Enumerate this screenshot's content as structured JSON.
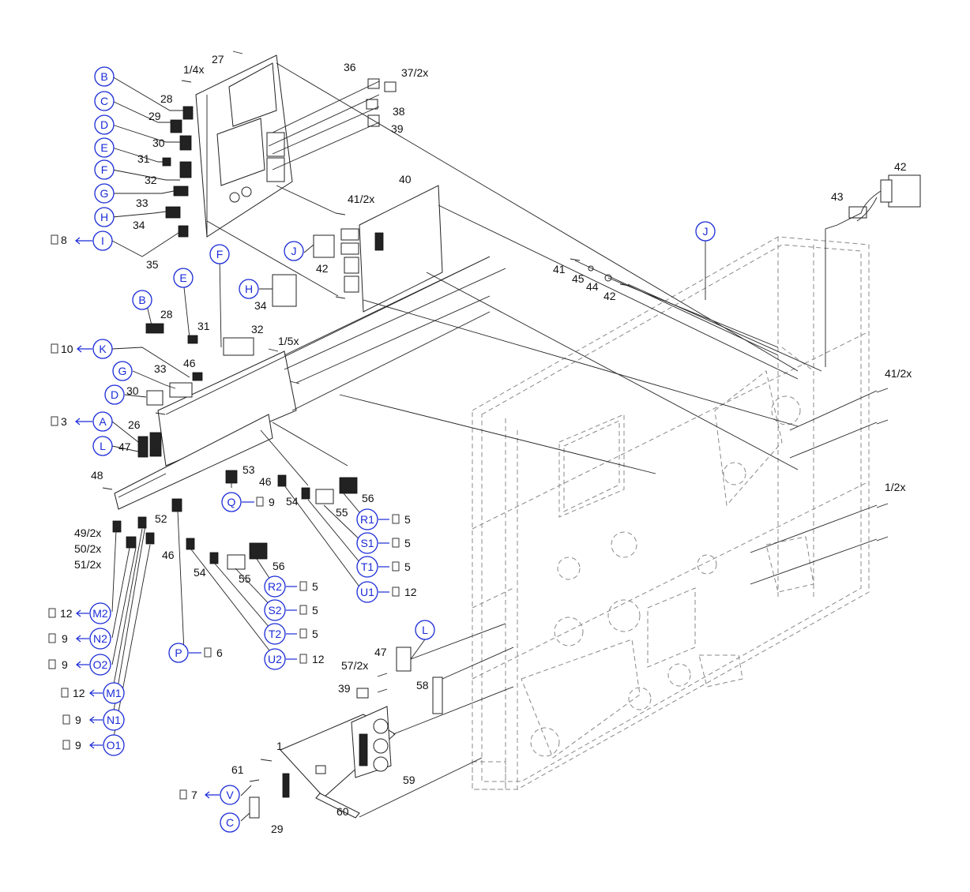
{
  "part_labels": [
    {
      "id": "p27",
      "text": "27"
    },
    {
      "id": "p1_4x",
      "text": "1/4x"
    },
    {
      "id": "p28a",
      "text": "28"
    },
    {
      "id": "p29a",
      "text": "29"
    },
    {
      "id": "p30a",
      "text": "30"
    },
    {
      "id": "p31a",
      "text": "31"
    },
    {
      "id": "p32a",
      "text": "32"
    },
    {
      "id": "p33a",
      "text": "33"
    },
    {
      "id": "p34a",
      "text": "34"
    },
    {
      "id": "p35",
      "text": "35"
    },
    {
      "id": "p36",
      "text": "36"
    },
    {
      "id": "p37",
      "text": "37/2x"
    },
    {
      "id": "p38",
      "text": "38"
    },
    {
      "id": "p39a",
      "text": "39"
    },
    {
      "id": "p40",
      "text": "40"
    },
    {
      "id": "p41_2xa",
      "text": "41/2x"
    },
    {
      "id": "p42a",
      "text": "42"
    },
    {
      "id": "p34b",
      "text": "34"
    },
    {
      "id": "p41",
      "text": "41"
    },
    {
      "id": "p45",
      "text": "45"
    },
    {
      "id": "p44",
      "text": "44"
    },
    {
      "id": "p42b",
      "text": "42"
    },
    {
      "id": "p42c",
      "text": "42"
    },
    {
      "id": "p43",
      "text": "43"
    },
    {
      "id": "p28b",
      "text": "28"
    },
    {
      "id": "p31b",
      "text": "31"
    },
    {
      "id": "p32b",
      "text": "32"
    },
    {
      "id": "p1_5x",
      "text": "1/5x"
    },
    {
      "id": "p33b",
      "text": "33"
    },
    {
      "id": "p46a",
      "text": "46"
    },
    {
      "id": "p30b",
      "text": "30"
    },
    {
      "id": "p26",
      "text": "26"
    },
    {
      "id": "p47a",
      "text": "47"
    },
    {
      "id": "p48",
      "text": "48"
    },
    {
      "id": "p53",
      "text": "53"
    },
    {
      "id": "p46b",
      "text": "46"
    },
    {
      "id": "p54a",
      "text": "54"
    },
    {
      "id": "p55a",
      "text": "55"
    },
    {
      "id": "p56a",
      "text": "56"
    },
    {
      "id": "p52",
      "text": "52"
    },
    {
      "id": "p49",
      "text": "49/2x"
    },
    {
      "id": "p50",
      "text": "50/2x"
    },
    {
      "id": "p51",
      "text": "51/2x"
    },
    {
      "id": "p46c",
      "text": "46"
    },
    {
      "id": "p54b",
      "text": "54"
    },
    {
      "id": "p55b",
      "text": "55"
    },
    {
      "id": "p56b",
      "text": "56"
    },
    {
      "id": "p41_2xb",
      "text": "41/2x"
    },
    {
      "id": "p1_2x",
      "text": "1/2x"
    },
    {
      "id": "p57",
      "text": "57/2x"
    },
    {
      "id": "p47b",
      "text": "47"
    },
    {
      "id": "p39b",
      "text": "39"
    },
    {
      "id": "p58",
      "text": "58"
    },
    {
      "id": "p1",
      "text": "1"
    },
    {
      "id": "p61",
      "text": "61"
    },
    {
      "id": "p59",
      "text": "59"
    },
    {
      "id": "p60",
      "text": "60"
    },
    {
      "id": "p29b",
      "text": "29"
    }
  ],
  "callouts": [
    {
      "id": "cB1",
      "letter": "B"
    },
    {
      "id": "cC1",
      "letter": "C"
    },
    {
      "id": "cD1",
      "letter": "D"
    },
    {
      "id": "cE1",
      "letter": "E"
    },
    {
      "id": "cF1",
      "letter": "F"
    },
    {
      "id": "cG1",
      "letter": "G"
    },
    {
      "id": "cH1",
      "letter": "H"
    },
    {
      "id": "cI",
      "letter": "I"
    },
    {
      "id": "cJ1",
      "letter": "J"
    },
    {
      "id": "cH2",
      "letter": "H"
    },
    {
      "id": "cF2",
      "letter": "F"
    },
    {
      "id": "cE2",
      "letter": "E"
    },
    {
      "id": "cB2",
      "letter": "B"
    },
    {
      "id": "cK",
      "letter": "K"
    },
    {
      "id": "cG2",
      "letter": "G"
    },
    {
      "id": "cD2",
      "letter": "D"
    },
    {
      "id": "cA",
      "letter": "A"
    },
    {
      "id": "cL1",
      "letter": "L"
    },
    {
      "id": "cJ2",
      "letter": "J"
    },
    {
      "id": "cQ",
      "letter": "Q"
    },
    {
      "id": "cR1",
      "letter": "R1"
    },
    {
      "id": "cS1",
      "letter": "S1"
    },
    {
      "id": "cT1",
      "letter": "T1"
    },
    {
      "id": "cU1",
      "letter": "U1"
    },
    {
      "id": "cR2",
      "letter": "R2"
    },
    {
      "id": "cS2",
      "letter": "S2"
    },
    {
      "id": "cT2",
      "letter": "T2"
    },
    {
      "id": "cU2",
      "letter": "U2"
    },
    {
      "id": "cP",
      "letter": "P"
    },
    {
      "id": "cM2",
      "letter": "M2"
    },
    {
      "id": "cN2",
      "letter": "N2"
    },
    {
      "id": "cO2",
      "letter": "O2"
    },
    {
      "id": "cM1",
      "letter": "M1"
    },
    {
      "id": "cN1",
      "letter": "N1"
    },
    {
      "id": "cO1",
      "letter": "O1"
    },
    {
      "id": "cL2",
      "letter": "L"
    },
    {
      "id": "cV",
      "letter": "V"
    },
    {
      "id": "cC2",
      "letter": "C"
    }
  ],
  "page_refs": [
    {
      "id": "rI",
      "page": "8"
    },
    {
      "id": "rK",
      "page": "10"
    },
    {
      "id": "rA",
      "page": "3"
    },
    {
      "id": "rQ",
      "page": "9"
    },
    {
      "id": "rR1",
      "page": "5"
    },
    {
      "id": "rS1",
      "page": "5"
    },
    {
      "id": "rT1",
      "page": "5"
    },
    {
      "id": "rU1",
      "page": "12"
    },
    {
      "id": "rR2",
      "page": "5"
    },
    {
      "id": "rS2",
      "page": "5"
    },
    {
      "id": "rT2",
      "page": "5"
    },
    {
      "id": "rU2",
      "page": "12"
    },
    {
      "id": "rP",
      "page": "6"
    },
    {
      "id": "rM2",
      "page": "12"
    },
    {
      "id": "rN2",
      "page": "9"
    },
    {
      "id": "rO2",
      "page": "9"
    },
    {
      "id": "rM1",
      "page": "12"
    },
    {
      "id": "rN1",
      "page": "9"
    },
    {
      "id": "rO1",
      "page": "9"
    },
    {
      "id": "rV",
      "page": "7"
    }
  ],
  "colors": {
    "callout": "#1a2bd6",
    "line": "#222222",
    "dashed": "#888888"
  },
  "icons": {
    "page_ref": "document-icon",
    "arrow": "arrow-left-icon"
  }
}
